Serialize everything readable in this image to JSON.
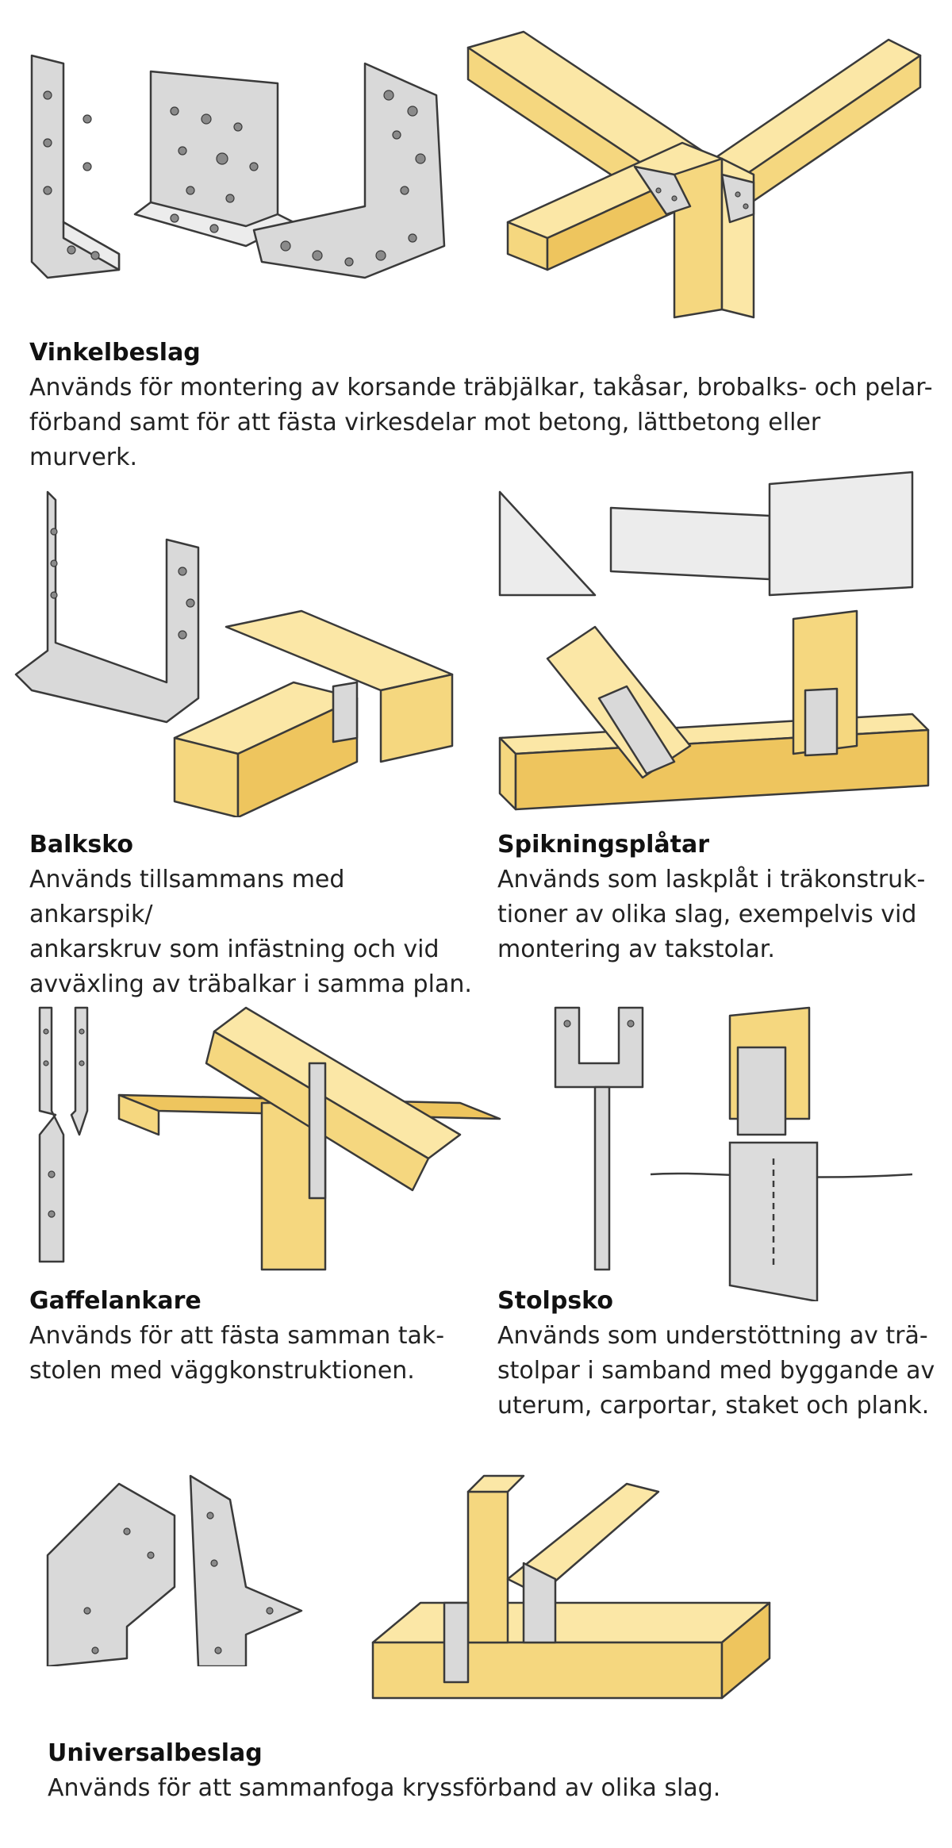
{
  "sections": [
    {
      "title": "Vinkelbeslag",
      "text": "Används för montering av korsande träbjälkar, takåsar, brobalks- och pelar-\nförband samt för att fästa virkesdelar mot betong, lättbetong eller murverk."
    },
    {
      "title": "Balksko",
      "text": "Används tillsammans med ankarspik/\nankarskruv som infästning och vid\navväxling av träbalkar i samma plan."
    },
    {
      "title": "Spikningsplåtar",
      "text": "Används som laskplåt i träkonstruk-\ntioner av olika slag, exempelvis vid\nmontering av takstolar."
    },
    {
      "title": "Gaffelankare",
      "text": "Används för att fästa samman tak-\nstolen med väggkonstruktionen."
    },
    {
      "title": "Stolpsko",
      "text": "Används som understöttning av trä-\nstolpar i samband med byggande av\nuterum, carportar, staket och plank."
    },
    {
      "title": "Universalbeslag",
      "text": "Används för att sammanfoga kryssförband av olika slag."
    }
  ],
  "colors": {
    "wood": "#f5d77f",
    "wood_light": "#fbe7a6",
    "metal": "#d9d9d9",
    "outline": "#3a3a3a"
  }
}
